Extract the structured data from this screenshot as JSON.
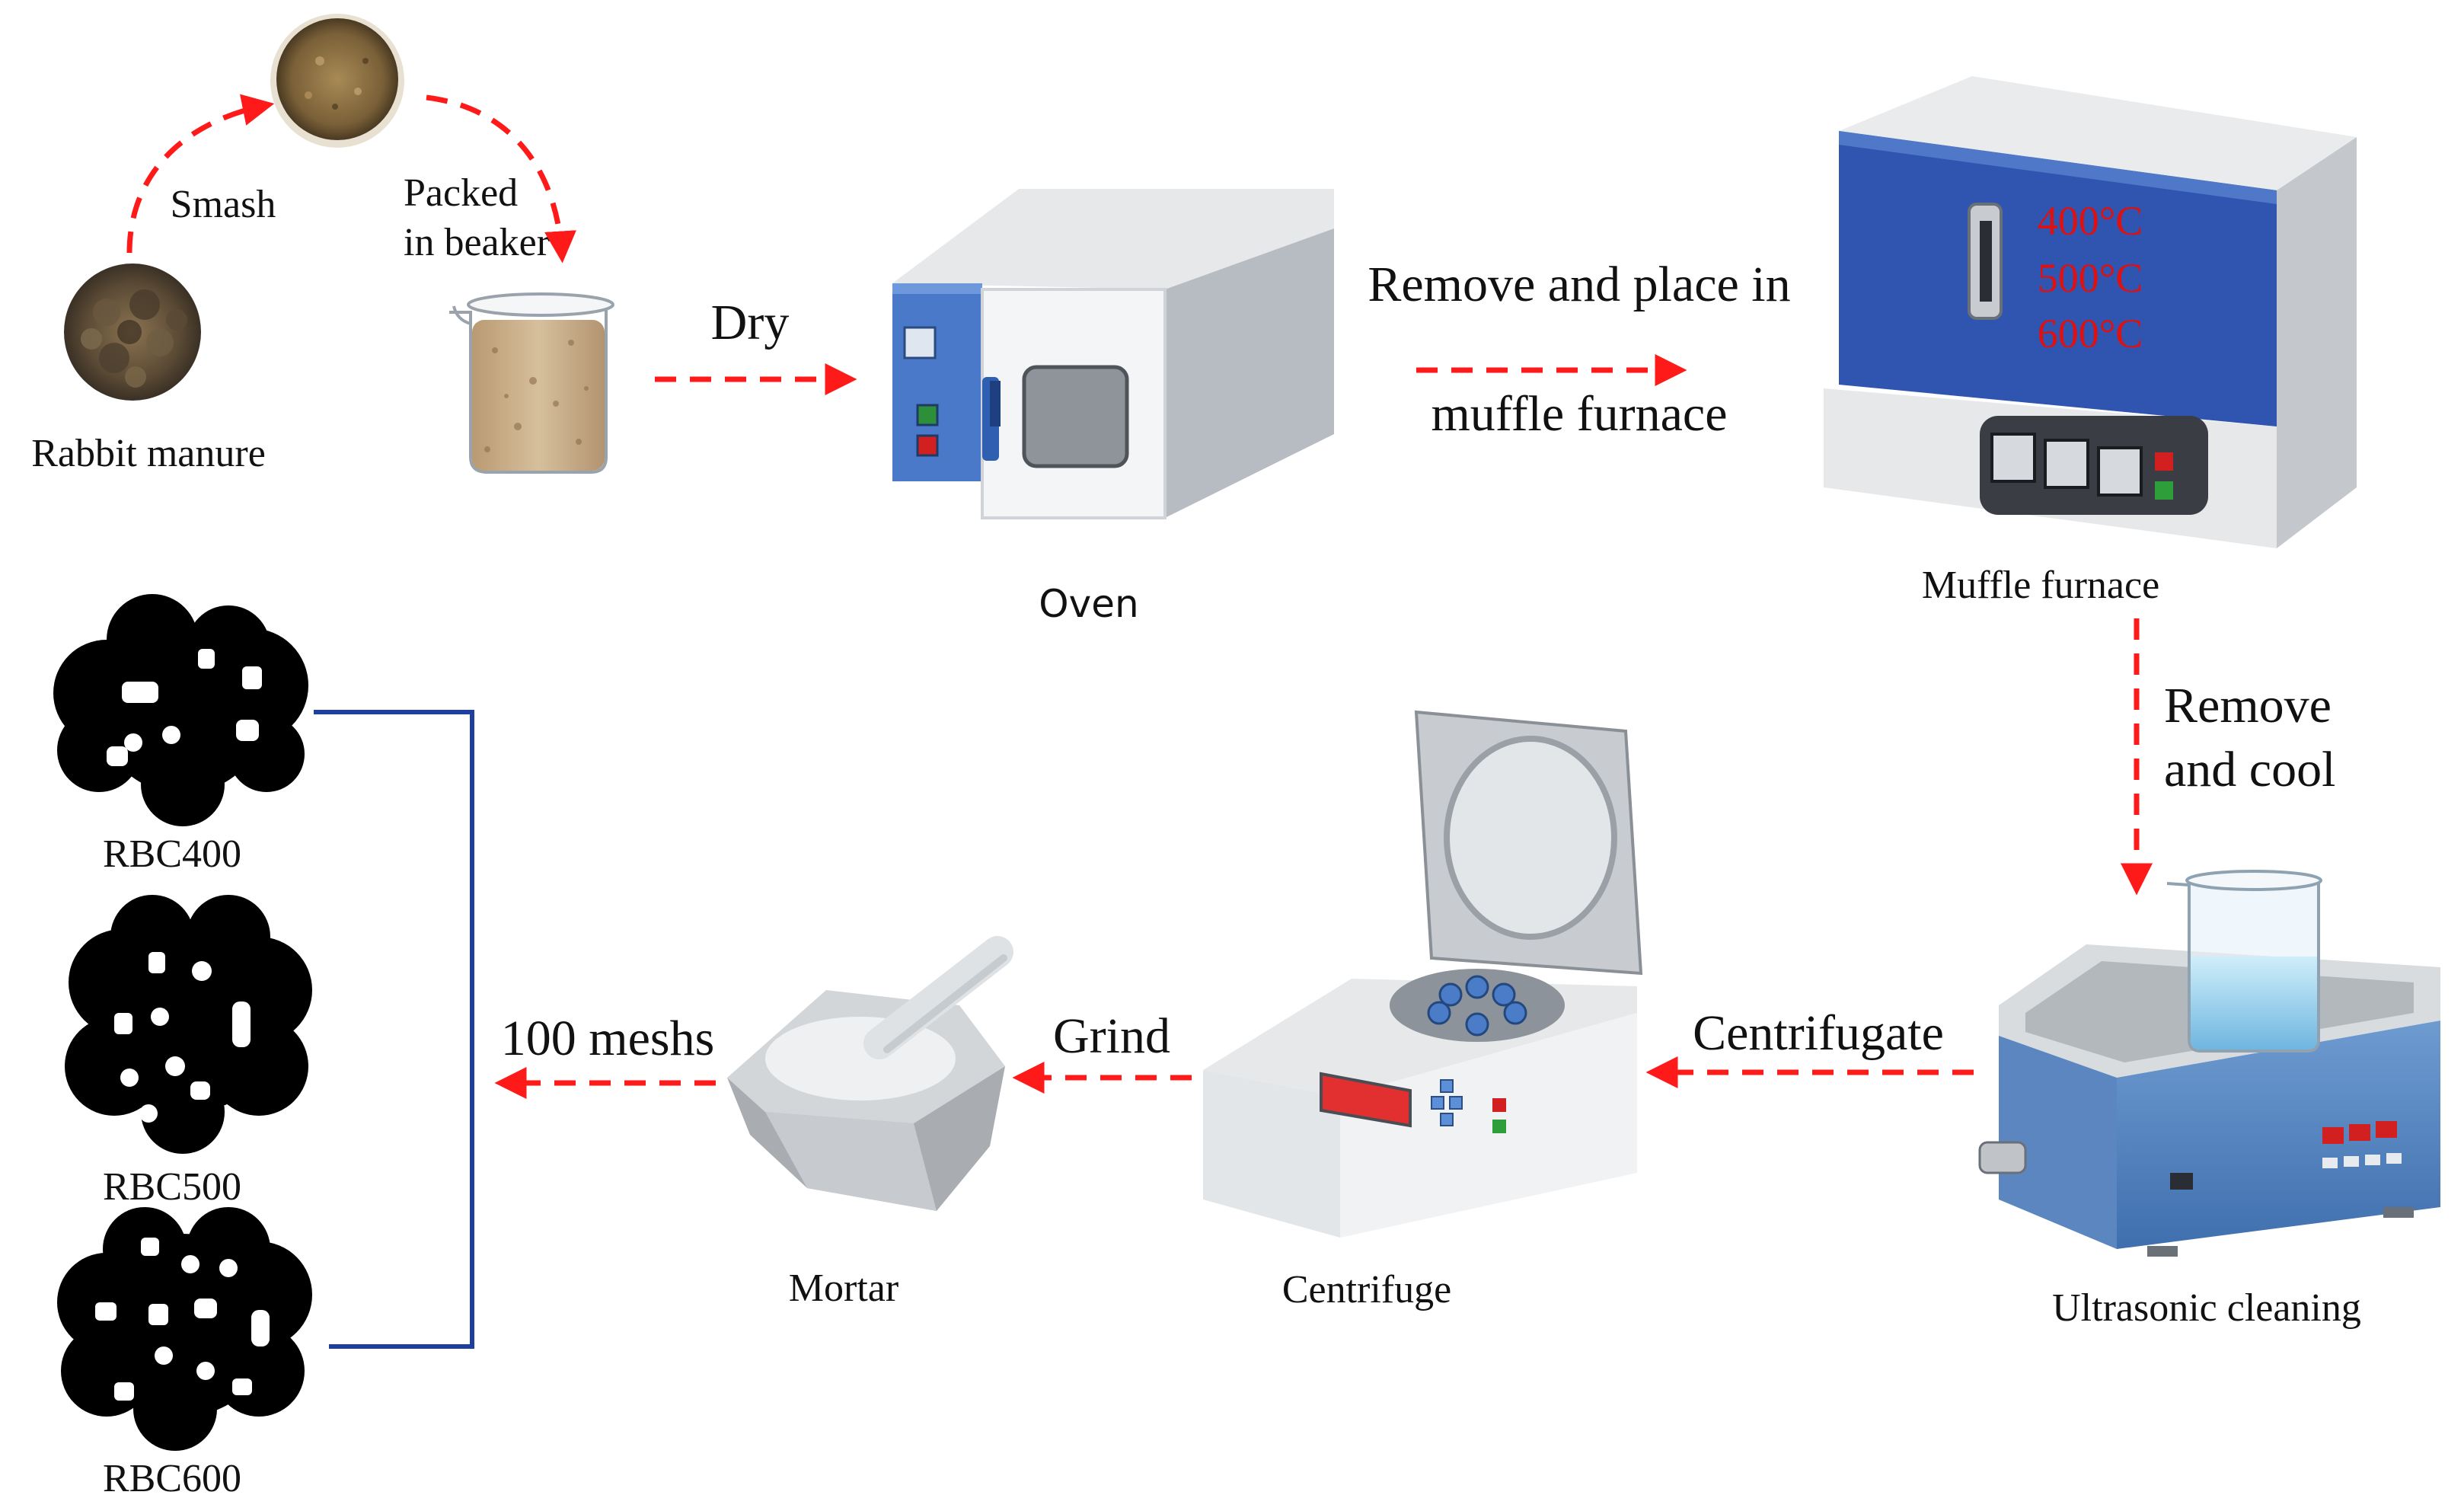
{
  "colors": {
    "arrow": "#ff1a1a",
    "bracket": "#1f3f9e",
    "furnace_blue": "#2f55b0",
    "oven_blue": "#4a79c9",
    "temp_text": "#e01010",
    "charcoal": "#000000"
  },
  "labels": {
    "rabbit_manure": "Rabbit manure",
    "smash": "Smash",
    "packed_line1": "Packed",
    "packed_line2": "in beaker",
    "dry": "Dry",
    "oven": "Oven",
    "remove_place_line1": "Remove and place in",
    "remove_place_line2": "muffle furnace",
    "muffle_furnace": "Muffle furnace",
    "remove_cool_line1": "Remove",
    "remove_cool_line2": "and cool",
    "ultrasonic_cleaning": "Ultrasonic cleaning",
    "centrifugate": "Centrifugate",
    "centrifuge": "Centrifuge",
    "grind": "Grind",
    "mortar": "Mortar",
    "mesh": "100 meshs"
  },
  "temperatures": [
    "400°C",
    "500°C",
    "600°C"
  ],
  "products": [
    {
      "name": "RBC400"
    },
    {
      "name": "RBC500"
    },
    {
      "name": "RBC600"
    }
  ]
}
